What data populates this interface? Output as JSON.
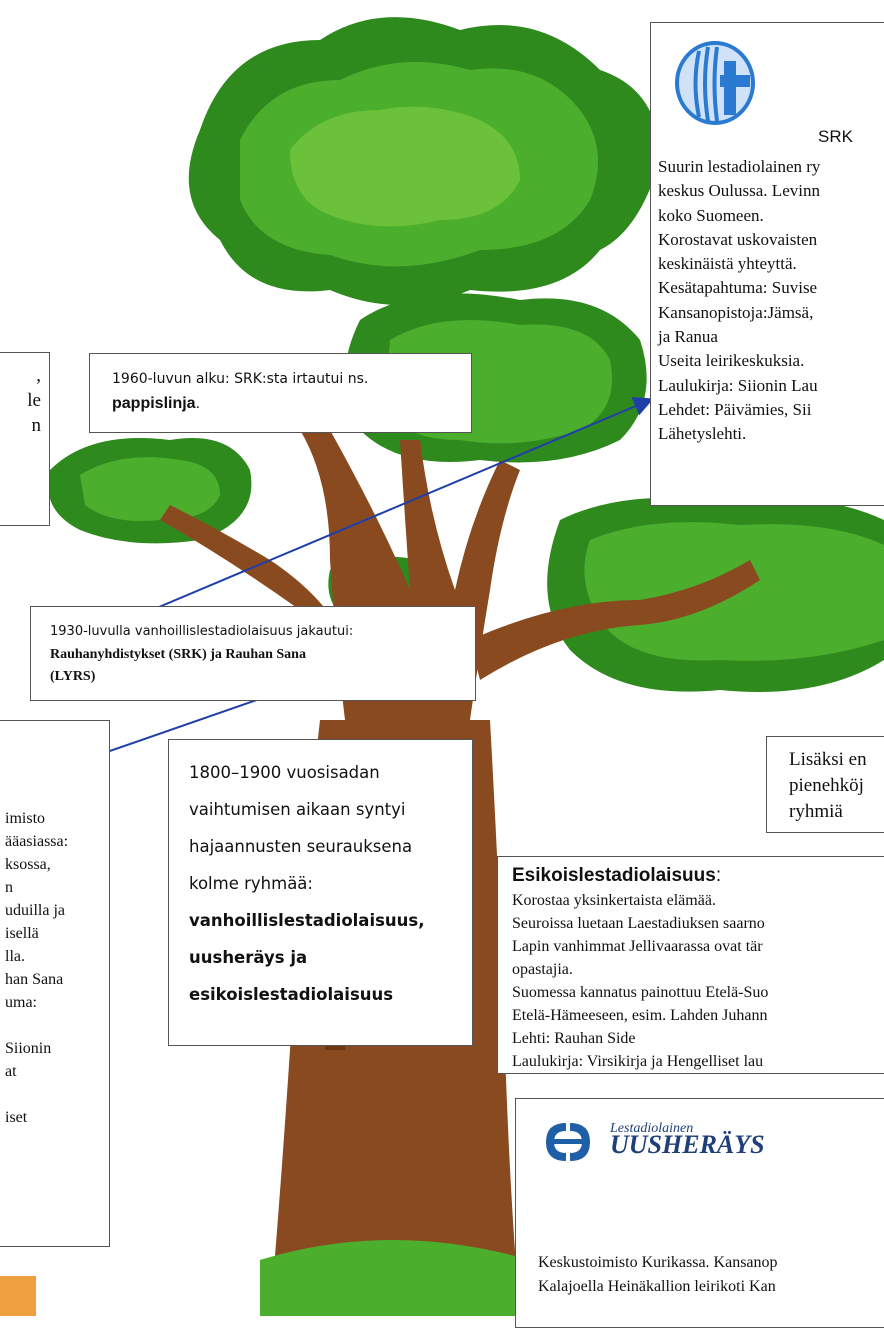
{
  "left_top_box": {
    "lines": [
      ",",
      "le",
      "n"
    ]
  },
  "split_1960": {
    "line1": "1960-luvun alku: SRK:sta irtautui ns.",
    "line2": "pappislinja",
    "line2_end": "."
  },
  "srk": {
    "logo_label": "SRK",
    "lines": [
      "Suurin lestadiolainen ry",
      "keskus Oulussa. Levinn",
      "koko Suomeen.",
      "Korostavat uskovaisten",
      "keskinäistä yhteyttä.",
      "Kesätapahtuma: Suvise",
      "Kansanopistoja:Jämsä,",
      "ja Ranua",
      "Useita leirikeskuksia.",
      "Laulukirja: Siionin Lau",
      "Lehdet: Päivämies, Sii",
      "Lähetyslehti."
    ]
  },
  "split_1930": {
    "line1": "1930-luvulla vanhoillislestadiolaisuus jakautui:",
    "line2": "Rauhanyhdistykset (SRK) ja Rauhan Sana",
    "line3": "(LYRS)"
  },
  "lyrs": {
    "lines": [
      "imisto",
      "ääasiassa:",
      "ksossa,",
      "n",
      "uduilla ja",
      "isellä",
      "lla.",
      "han Sana",
      "uma:",
      "",
      "Siionin",
      "at",
      "",
      "iset"
    ]
  },
  "intro": {
    "lines": [
      "1800–1900 vuosisadan",
      "vaihtumisen aikaan syntyi",
      "hajaannusten seurauksena",
      "kolme ryhmää:"
    ],
    "bold_lines": [
      "vanhoillislestadiolaisuus,",
      "uusheräys ja",
      "esikoislestadiolaisuus"
    ]
  },
  "lisaksi": {
    "lines": [
      "Lisäksi en",
      "pienehköj",
      "ryhmiä"
    ]
  },
  "esikois": {
    "title": "Esikoislestadiolaisuus",
    "title_end": ":",
    "lines": [
      "Korostaa yksinkertaista elämää.",
      "Seuroissa luetaan Laestadiuksen saarno",
      "Lapin vanhimmat Jellivaarassa ovat tär",
      "opastajia.",
      "Suomessa kannatus painottuu Etelä-Suo",
      "Etelä-Hämeeseen, esim. Lahden Juhann",
      "Lehti: Rauhan Side",
      "Laulukirja: Virsikirja ja Hengelliset lau"
    ]
  },
  "uusheratys": {
    "logo_line1": "Lestadiolainen",
    "logo_line2": "UUSHERÄYS",
    "lines": [
      "Keskustoimisto Kurikassa. Kansanop",
      "Kalajoella Heinäkallion leirikoti Kan"
    ]
  },
  "colors": {
    "dark_green": "#2f8a1e",
    "mid_green": "#3fa52a",
    "light_green": "#6cc13b",
    "trunk": "#8a4a1f",
    "arrow": "#1f3fa8",
    "srk_blue": "#2a7ad1",
    "orange": "#f0a040"
  }
}
